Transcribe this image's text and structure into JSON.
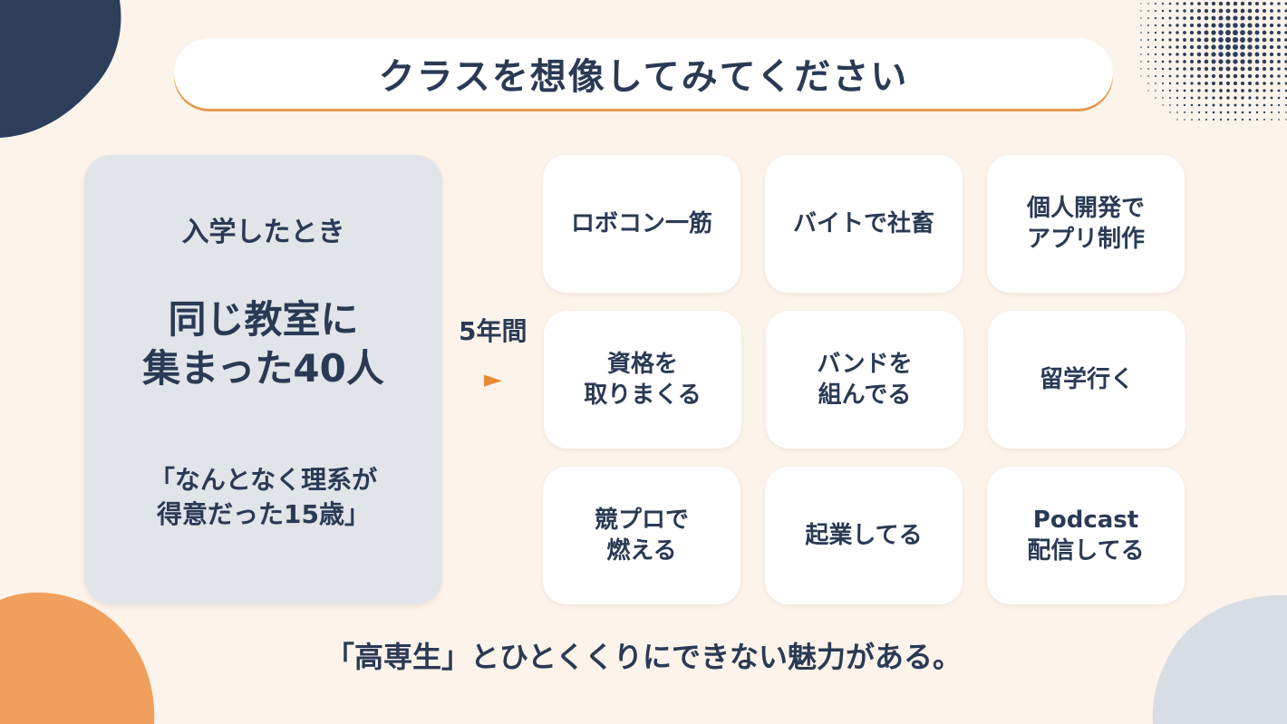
{
  "title": "クラスを想像してみてください",
  "left_card": {
    "label": "入学したとき",
    "main_line1": "同じ教室に",
    "main_line2": "集まった40人",
    "sub_line1": "「なんとなく理系が",
    "sub_line2": "得意だった15歳」"
  },
  "years_label": "5年間",
  "arrow": "►",
  "tiles": [
    "ロボコン一筋",
    "バイトで社畜",
    "個人開発で\nアプリ制作",
    "資格を\n取りまくる",
    "バンドを\n組んでる",
    "留学行く",
    "競プロで\n燃える",
    "起業してる",
    "Podcast\n配信してる"
  ],
  "footer": "「高専生」とひとくくりにできない魅力がある。",
  "colors": {
    "background": "#fcf3ea",
    "navy": "#2a3a55",
    "orange": "#e98a33",
    "card_gray": "#e1e4e8"
  }
}
